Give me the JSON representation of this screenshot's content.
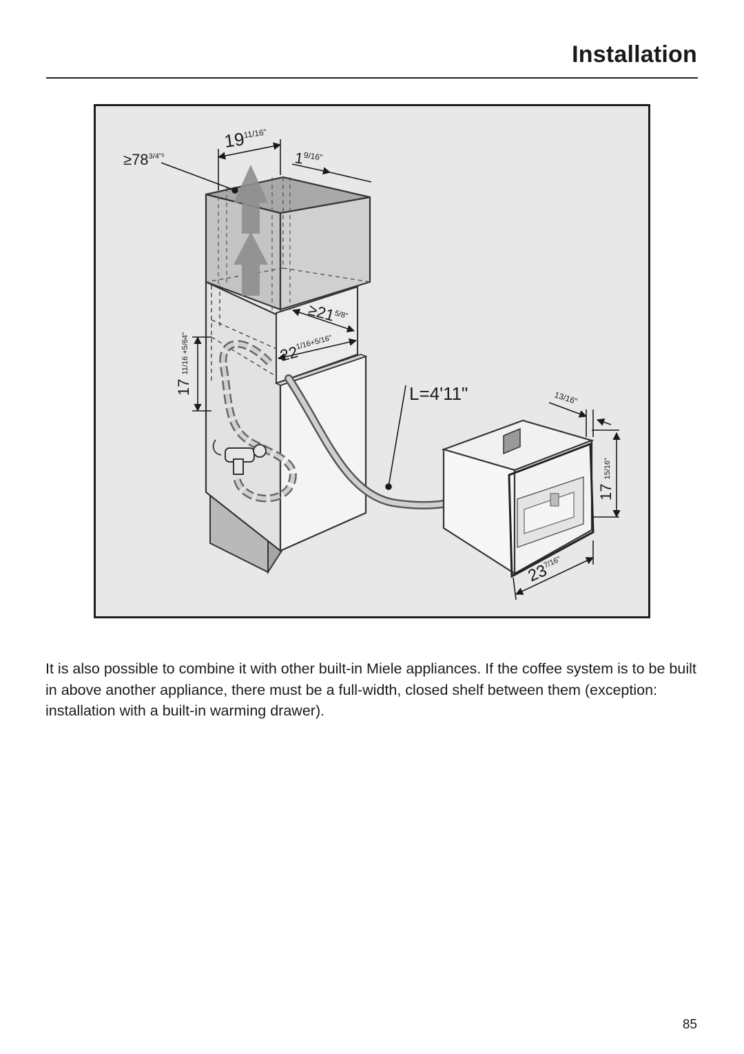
{
  "header": {
    "title": "Installation"
  },
  "figure": {
    "dimensions": {
      "top_width": "19",
      "top_width_fraction": "11/16\"",
      "min_height": "≥78",
      "min_height_fraction": "3/4\"²",
      "top_offset": "1",
      "top_offset_fraction": "9/16\"",
      "inner_width": "≥21",
      "inner_width_fraction": "5/8\"",
      "niche_depth": "22",
      "niche_depth_fraction": "1/16+5/16\"",
      "niche_height": "17",
      "niche_height_fraction": "11/16 +5/64\"",
      "hose_length": "L=4'11\"",
      "front_overhang": "13/16\"",
      "appliance_height": "17",
      "appliance_height_fraction": "15/16\"",
      "appliance_width": "23",
      "appliance_width_fraction": "7/16\""
    }
  },
  "body": {
    "paragraph": "It is also possible to combine it with other built-in Miele appliances. If the coffee system is to be built in above another appliance, there must be a full-width, closed shelf between them (exception: installation with a built-in warming drawer)."
  },
  "footer": {
    "page_number": "85"
  }
}
